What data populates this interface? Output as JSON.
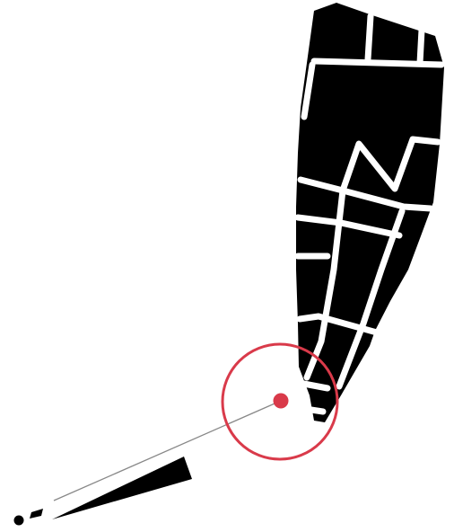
{
  "colors": {
    "background": "#ffffff",
    "shape_fill": "#000000",
    "segment_line": "#ffffff",
    "accent": "#d93a4a",
    "pointer_line": "#888888"
  },
  "graphic": {
    "subject": "segmented-limb-silhouette",
    "marker": "target-ring-with-dot",
    "pointer": "line-to-handle"
  }
}
